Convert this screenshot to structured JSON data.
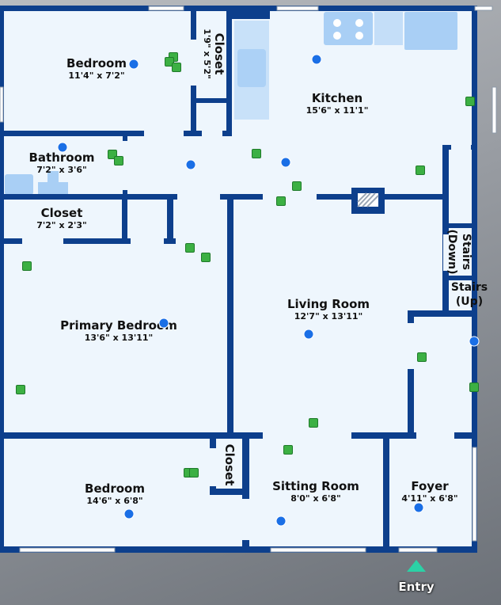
{
  "rooms": {
    "bedroom_top": {
      "name": "Bedroom",
      "dims": "11'4\" x 7'2\""
    },
    "closet_top": {
      "name": "Closet",
      "dims": "1'9\" x 5'2\""
    },
    "kitchen": {
      "name": "Kitchen",
      "dims": "15'6\" x 11'1\""
    },
    "bathroom": {
      "name": "Bathroom",
      "dims": "7'2\" x 3'6\""
    },
    "closet_mid": {
      "name": "Closet",
      "dims": "7'2\" x 2'3\""
    },
    "primary_bedroom": {
      "name": "Primary Bedroom",
      "dims": "13'6\" x 13'11\""
    },
    "living_room": {
      "name": "Living Room",
      "dims": "12'7\" x 13'11\""
    },
    "stairs_down": {
      "name": "Stairs (Down)"
    },
    "stairs_up": {
      "name": "Stairs (Up)"
    },
    "bedroom_bottom": {
      "name": "Bedroom",
      "dims": "14'6\" x 6'8\""
    },
    "closet_bottom": {
      "name": "Closet"
    },
    "sitting_room": {
      "name": "Sitting Room",
      "dims": "8'0\" x 6'8\""
    },
    "foyer": {
      "name": "Foyer",
      "dims": "4'11\" x 6'8\""
    }
  },
  "entry_label": "Entry",
  "colors": {
    "wall": "#0d3f8c",
    "floor": "#eef6fd",
    "camera_dot": "#1a6fe6",
    "marker_square": "#3cb043",
    "entry_arrow": "#2bd1a6"
  }
}
